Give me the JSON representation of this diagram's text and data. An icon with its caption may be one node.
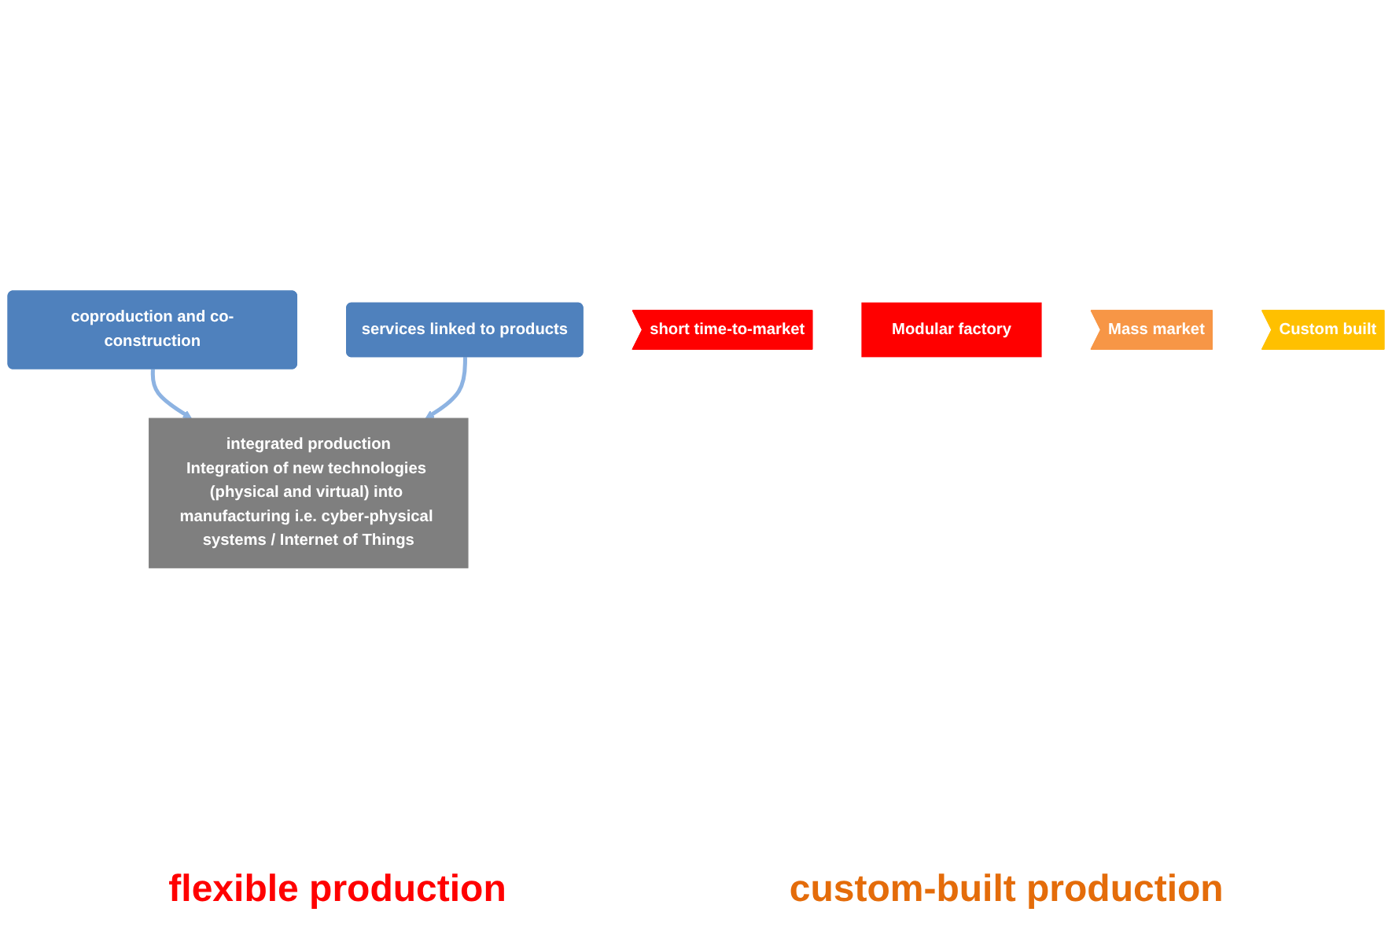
{
  "diagram": {
    "nodes": [
      {
        "text": [
          "coproduction and co-construction"
        ]
      },
      {
        "text": [
          "services linked to products"
        ]
      },
      {
        "text": [
          "integrated production",
          "Integration of new technologies (physical and virtual) into manufacturing i.e. cyber-physical systems / Internet of Things"
        ]
      },
      {
        "text": [
          "short time-to-market"
        ]
      },
      {
        "text": [
          "Modular factory"
        ]
      },
      {
        "text": [
          "Mass market"
        ]
      },
      {
        "text": [
          "Custom built"
        ]
      }
    ],
    "edges": [
      {
        "from": 0,
        "to": 2,
        "arrow": "to"
      },
      {
        "from": 1,
        "to": 2,
        "arrow": "to"
      }
    ],
    "labels": [
      "flexible production",
      "custom-built production"
    ]
  }
}
